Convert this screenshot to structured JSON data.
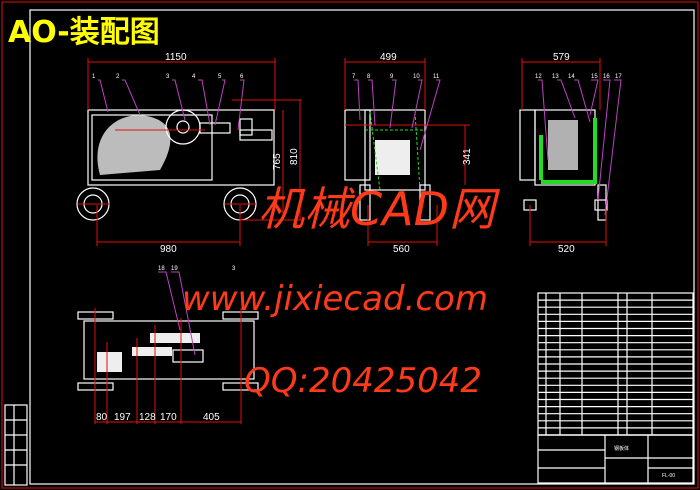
{
  "title": "AO-装配图",
  "front_view": {
    "dims": {
      "width": "1150",
      "height1": "765",
      "height2": "810",
      "wheelbase": "980"
    },
    "parts": [
      "1",
      "2",
      "3",
      "4",
      "5",
      "6"
    ]
  },
  "side_view": {
    "dims": {
      "width": "499",
      "height": "341",
      "base": "560"
    },
    "parts": [
      "7",
      "8",
      "9",
      "10",
      "11"
    ]
  },
  "rear_view": {
    "dims": {
      "width": "579",
      "base": "520"
    },
    "parts": [
      "12",
      "13",
      "14",
      "15",
      "16",
      "17"
    ]
  },
  "top_view": {
    "dims": [
      "80",
      "197",
      "128",
      "170",
      "405"
    ],
    "parts": [
      "18",
      "19"
    ],
    "extra_label": "3"
  },
  "watermark": {
    "site_cn": "机械CAD网",
    "url": "www.jixiecad.com",
    "qq": "QQ:20425042"
  },
  "title_block": {
    "name": "钢板体",
    "drawing_no": "FL-00"
  },
  "colors": {
    "frame": "#e01010",
    "lines": "#ffffff",
    "leaders": "#c040c0",
    "accent": "#22dd22",
    "title": "#ffff00",
    "watermark": "#ff3a1a"
  }
}
